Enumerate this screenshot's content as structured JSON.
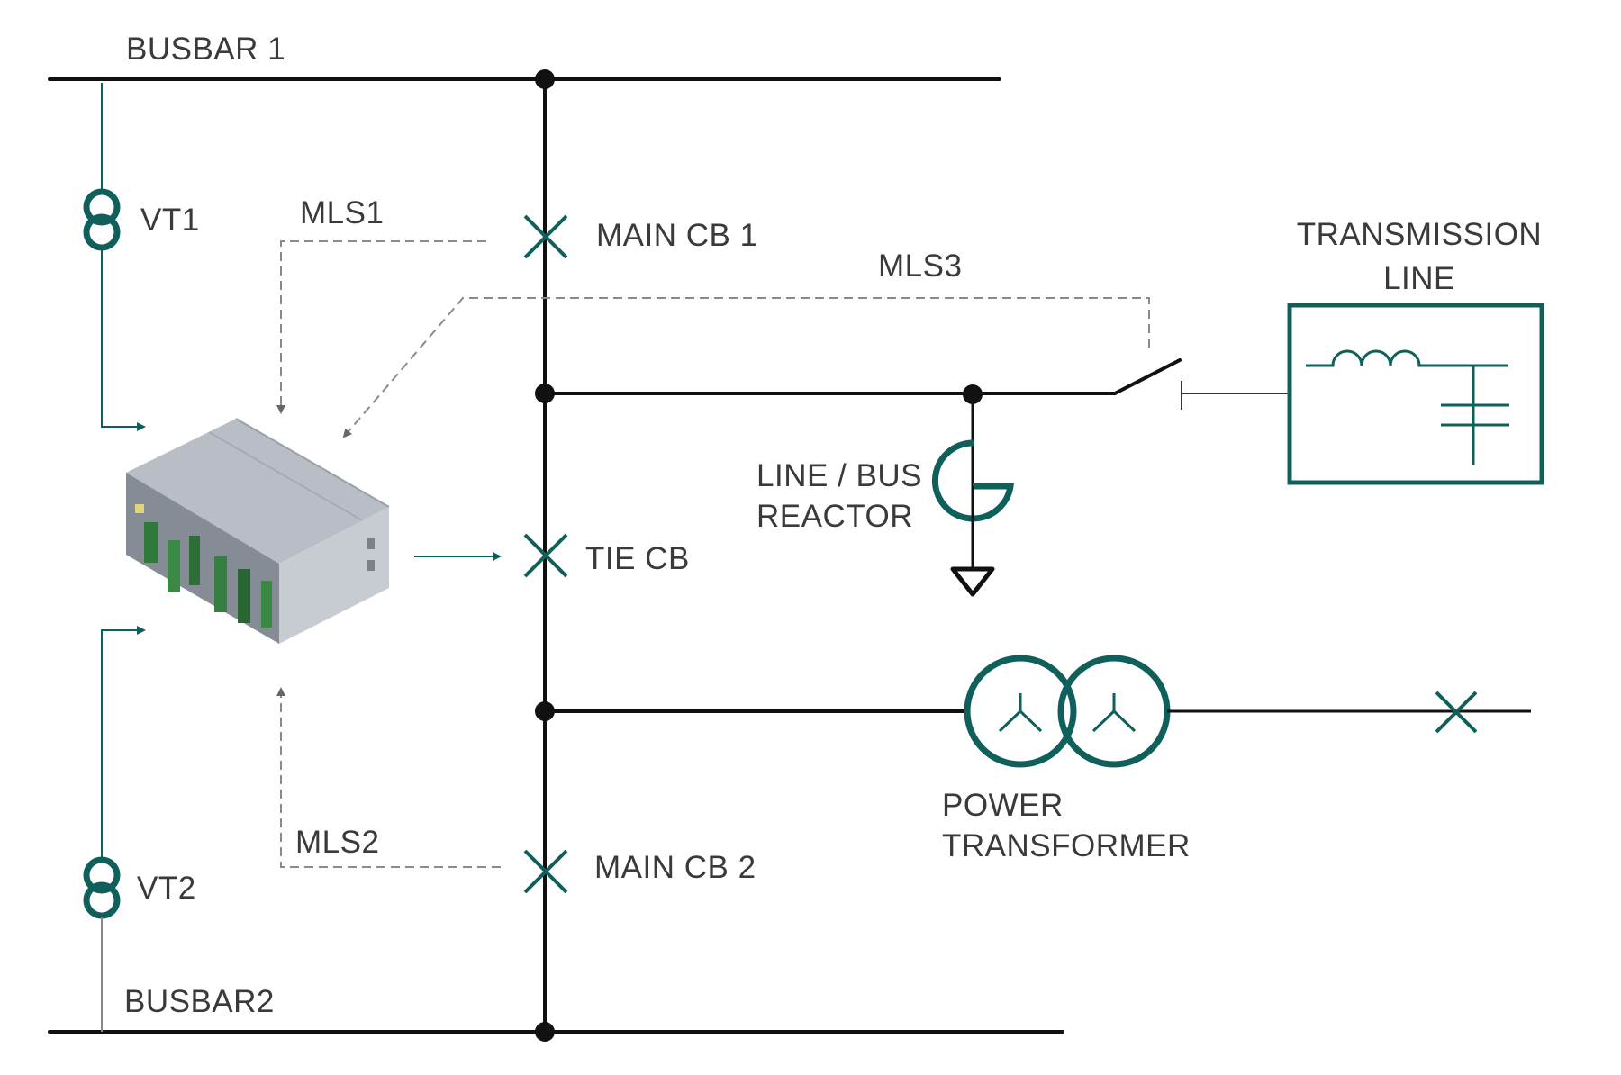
{
  "labels": {
    "busbar1": "BUSBAR 1",
    "busbar2": "BUSBAR2",
    "vt1": "VT1",
    "vt2": "VT2",
    "mls1": "MLS1",
    "mls2": "MLS2",
    "mls3": "MLS3",
    "main_cb1": "MAIN CB 1",
    "main_cb2": "MAIN CB 2",
    "tie_cb": "TIE CB",
    "transmission_line_1": "TRANSMISSION",
    "transmission_line_2": "LINE",
    "reactor_1": "LINE / BUS",
    "reactor_2": "REACTOR",
    "transformer_1": "POWER",
    "transformer_2": "TRANSFORMER"
  },
  "colors": {
    "accent": "#0f5f5a",
    "wire": "#111111",
    "dashed": "#8a8a8a",
    "text": "#3a3a3a"
  }
}
